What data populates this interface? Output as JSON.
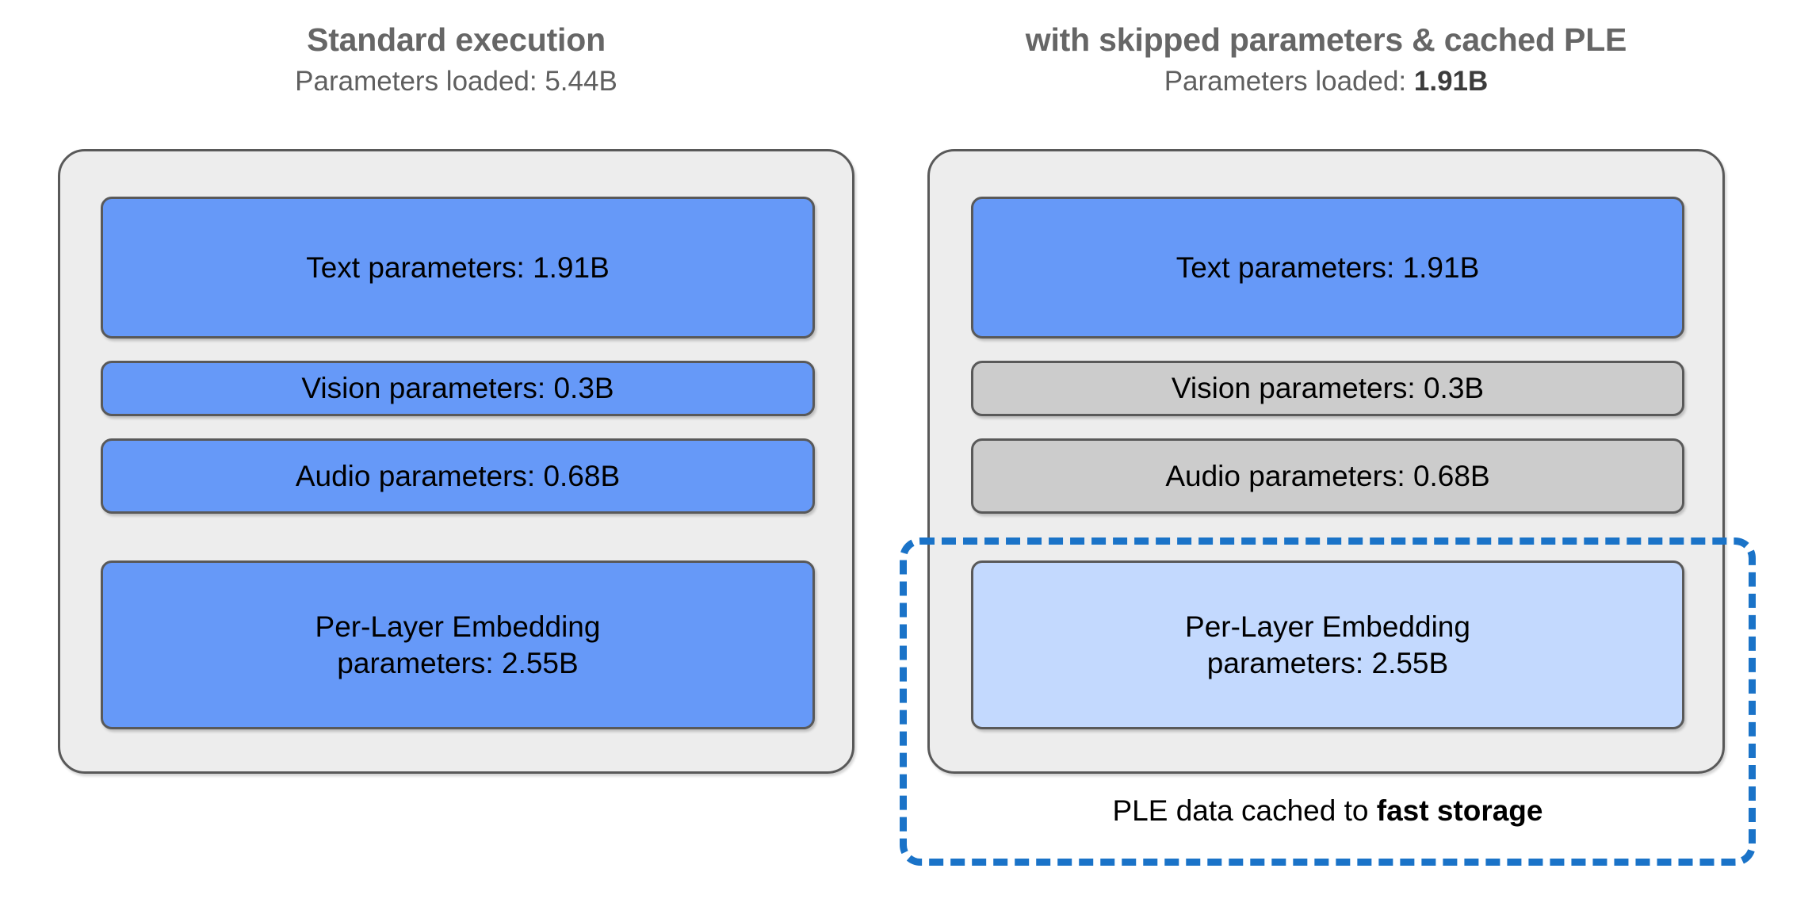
{
  "columns": [
    {
      "id": "standard",
      "title": "Standard execution",
      "subtitle_prefix": "Parameters loaded: ",
      "subtitle_value": "5.44B",
      "subtitle_value_bold": false,
      "boxes": [
        {
          "label": "Text parameters: 1.91B",
          "state": "active",
          "color": "#6699f8"
        },
        {
          "label": "Vision parameters: 0.3B",
          "state": "active",
          "color": "#6699f8"
        },
        {
          "label": "Audio parameters: 0.68B",
          "state": "active",
          "color": "#6699f8"
        },
        {
          "label_line1": "Per-Layer Embedding",
          "label_line2": "parameters: 2.55B",
          "state": "active",
          "color": "#6699f8"
        }
      ]
    },
    {
      "id": "optimized",
      "title": "with skipped parameters & cached PLE",
      "subtitle_prefix": "Parameters loaded: ",
      "subtitle_value": "1.91B",
      "subtitle_value_bold": true,
      "boxes": [
        {
          "label": "Text parameters: 1.91B",
          "state": "active",
          "color": "#6699f8"
        },
        {
          "label": "Vision parameters: 0.3B",
          "state": "skipped",
          "color": "#cccccc"
        },
        {
          "label": "Audio parameters: 0.68B",
          "state": "skipped",
          "color": "#cccccc"
        },
        {
          "label_line1": "Per-Layer Embedding",
          "label_line2": "parameters: 2.55B",
          "state": "cached",
          "color": "#c3d9fe"
        }
      ]
    }
  ],
  "cache_region": {
    "caption_prefix": "PLE data cached to ",
    "caption_emphasis": "fast storage",
    "border_color": "#1a73c8",
    "border_style": "dashed"
  },
  "theme": {
    "panel_background": "#ededed",
    "panel_border": "#595959",
    "title_color": "#666666",
    "subtitle_color": "#5f5f5f",
    "text_color": "#000000",
    "page_background": "#ffffff"
  }
}
